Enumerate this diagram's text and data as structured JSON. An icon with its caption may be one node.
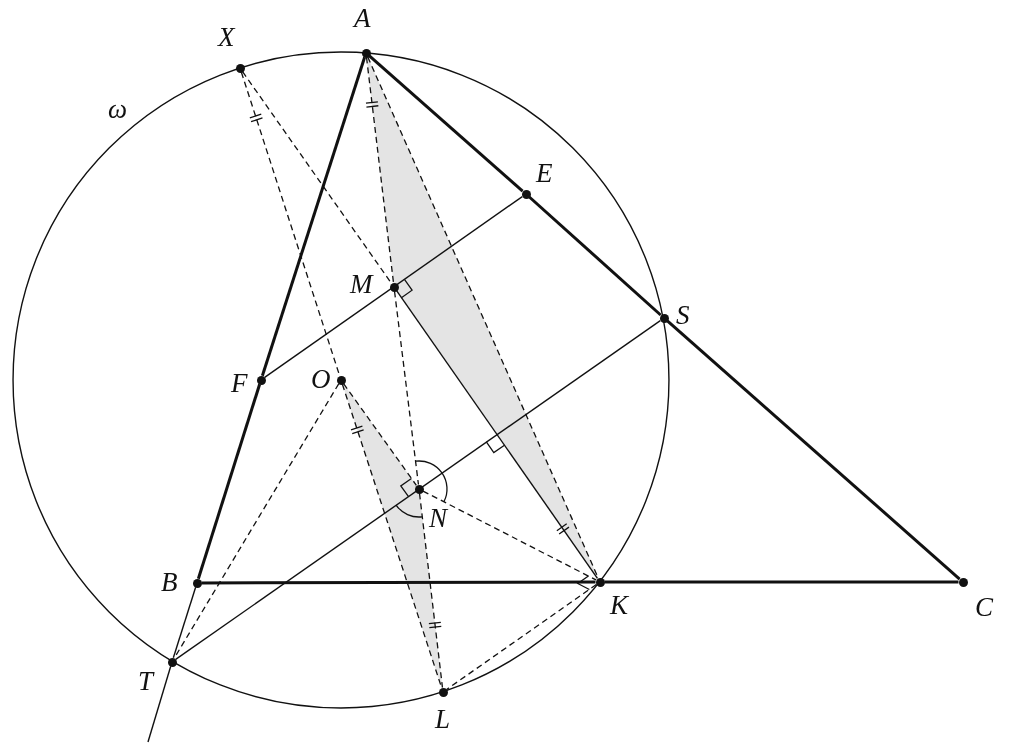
{
  "diagram": {
    "nodes": [
      {
        "text": [
          "X"
        ]
      },
      {
        "text": [
          "A"
        ]
      },
      {
        "text": [
          "E"
        ]
      },
      {
        "text": [
          "M"
        ]
      },
      {
        "text": [
          "S"
        ]
      },
      {
        "text": [
          "F"
        ]
      },
      {
        "text": [
          "O"
        ]
      },
      {
        "text": [
          "N"
        ]
      },
      {
        "text": [
          "B"
        ]
      },
      {
        "text": [
          "K"
        ]
      },
      {
        "text": [
          "C"
        ]
      },
      {
        "text": [
          "T"
        ]
      },
      {
        "text": [
          "L"
        ]
      }
    ],
    "edges": [
      {
        "from": 1,
        "to": 5,
        "arrow": "none",
        "style": "thick"
      },
      {
        "from": 5,
        "to": 8,
        "arrow": "none",
        "style": "thick"
      },
      {
        "from": 8,
        "to": 11,
        "arrow": "none"
      },
      {
        "from": 11,
        "to": null,
        "arrow": "none"
      },
      {
        "from": 8,
        "to": 9,
        "arrow": "none",
        "style": "thick"
      },
      {
        "from": 9,
        "to": 10,
        "arrow": "none",
        "style": "thick"
      },
      {
        "from": 1,
        "to": 2,
        "arrow": "none",
        "style": "thick"
      },
      {
        "from": 2,
        "to": 4,
        "arrow": "none",
        "style": "thick"
      },
      {
        "from": 4,
        "to": 10,
        "arrow": "none",
        "style": "thick"
      },
      {
        "from": 5,
        "to": 2,
        "arrow": "none"
      },
      {
        "from": 11,
        "to": 4,
        "arrow": "none"
      },
      {
        "from": 3,
        "to": 9,
        "arrow": "none"
      },
      {
        "from": 0,
        "to": 3,
        "arrow": "none",
        "style": "dashed"
      },
      {
        "from": 0,
        "to": 6,
        "arrow": "none",
        "style": "dashed"
      },
      {
        "from": 6,
        "to": 12,
        "arrow": "none",
        "style": "dashed"
      },
      {
        "from": 6,
        "to": 7,
        "arrow": "none",
        "style": "dashed"
      },
      {
        "from": 6,
        "to": 11,
        "arrow": "none",
        "style": "dashed"
      },
      {
        "from": 1,
        "to": 3,
        "arrow": "none",
        "style": "dashed"
      },
      {
        "from": 3,
        "to": 7,
        "arrow": "none",
        "style": "dashed"
      },
      {
        "from": 7,
        "to": 12,
        "arrow": "none",
        "style": "dashed"
      },
      {
        "from": 1,
        "to": 9,
        "arrow": "none",
        "style": "dashed"
      },
      {
        "from": 7,
        "to": 9,
        "arrow": "none",
        "style": "dashed"
      },
      {
        "from": 9,
        "to": 12,
        "arrow": "none",
        "style": "dashed"
      }
    ],
    "labels": [
      "ω"
    ]
  }
}
